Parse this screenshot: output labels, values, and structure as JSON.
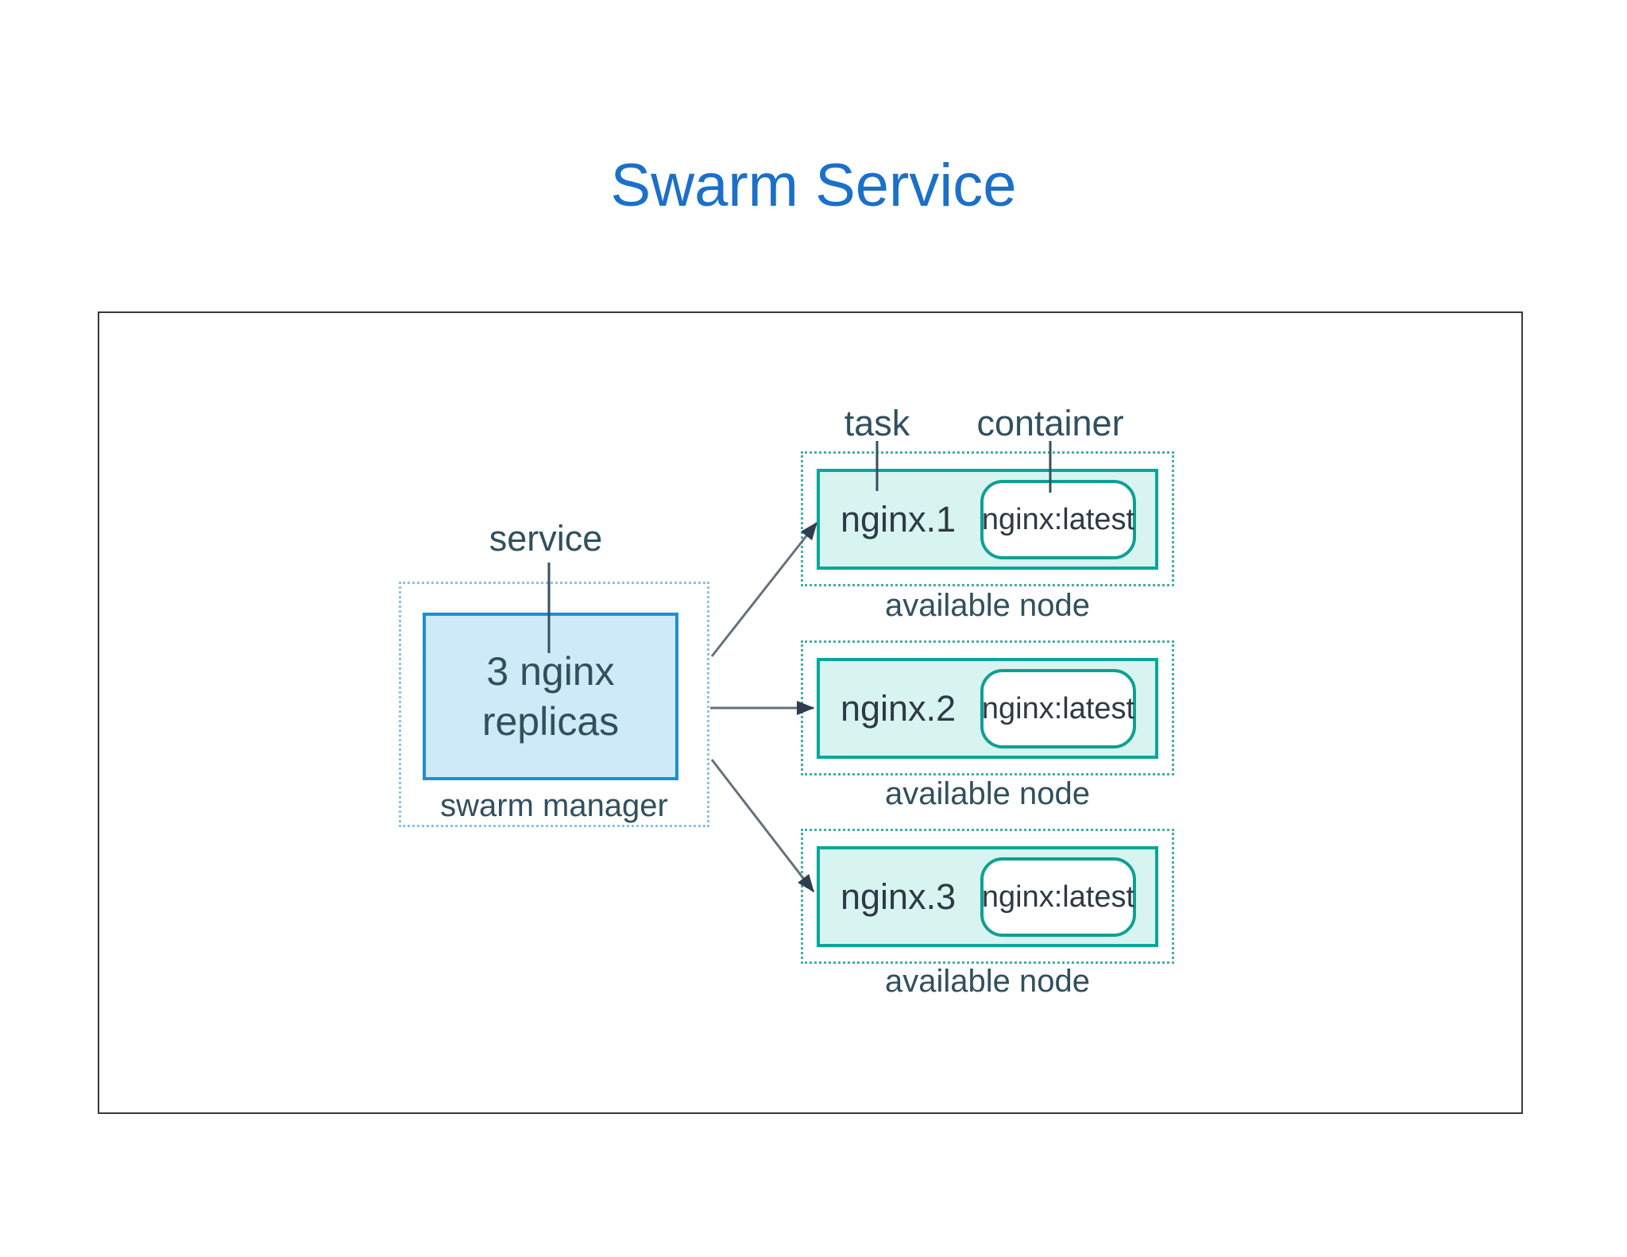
{
  "title": "Swarm Service",
  "labels": {
    "service": "service",
    "task": "task",
    "container": "container",
    "swarm_manager": "swarm manager"
  },
  "service_box": {
    "text": "3 nginx replicas"
  },
  "nodes": [
    {
      "task_name": "nginx.1",
      "container_image": "nginx:latest",
      "node_label": "available node"
    },
    {
      "task_name": "nginx.2",
      "container_image": "nginx:latest",
      "node_label": "available node"
    },
    {
      "task_name": "nginx.3",
      "container_image": "nginx:latest",
      "node_label": "available node"
    }
  ],
  "colors": {
    "title": "#1B70C8",
    "text": "#31505E",
    "text-strong": "#2E3A44",
    "frame": "#3A3A3A",
    "service-border": "#1E8FD0",
    "service-fill": "#CEE9F8",
    "manager-dotted": "#8CC1E8",
    "task-border": "#0BA69A",
    "task-fill": "#D7F4F0",
    "node-dotted": "#43AFA3",
    "container-border": "#0FA093",
    "arrow": "#65727B",
    "arrowhead": "#2F3E4E"
  }
}
